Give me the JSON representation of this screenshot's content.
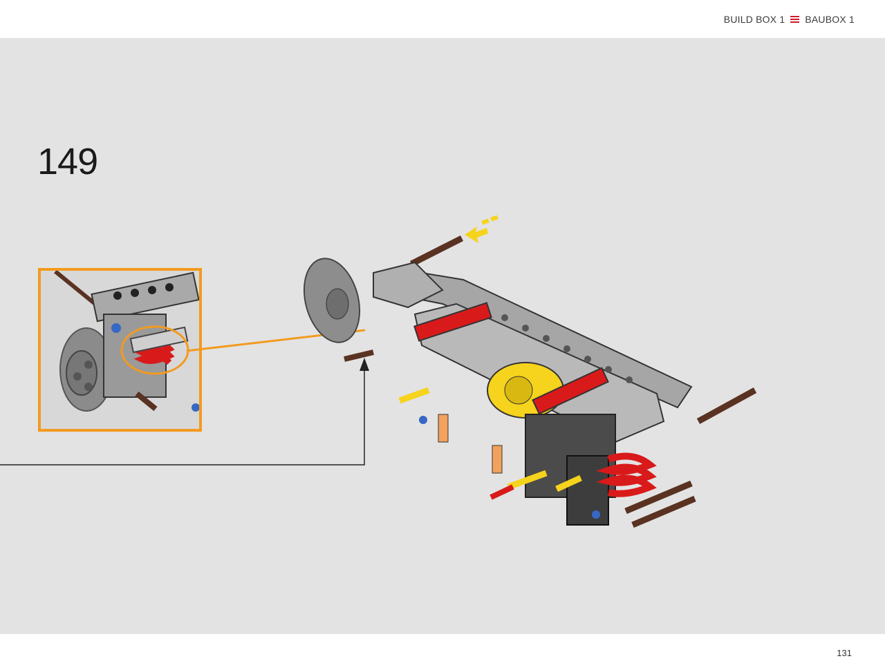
{
  "header": {
    "build_box_en": "BUILD BOX 1",
    "build_box_de": "BAUBOX 1",
    "flag_icon": "flag-lines-icon",
    "accent_color": "#d01a2a"
  },
  "step": {
    "number": "149"
  },
  "callout": {
    "frame_color": "#f39a1f",
    "connector_color": "#f39a1f"
  },
  "footer": {
    "page_number": "131"
  }
}
